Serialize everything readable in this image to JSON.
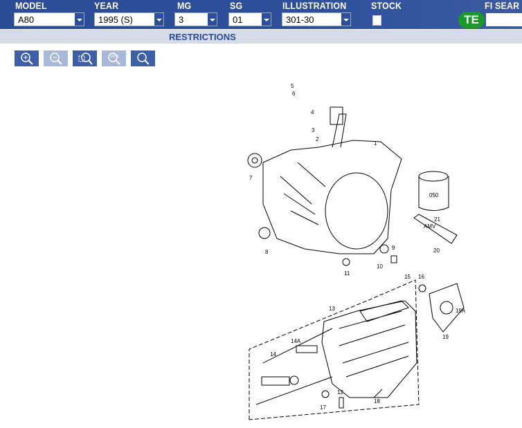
{
  "header": {
    "labels": {
      "model": "MODEL",
      "year": "YEAR",
      "mg": "MG",
      "sg": "SG",
      "illustration": "ILLUSTRATION",
      "stock": "STOCK",
      "fi_search": "FI SEAR"
    },
    "model": "A80",
    "year": "1995 (S)",
    "mg": "3",
    "sg": "01",
    "illustration": "301-30",
    "stock_checked": false,
    "logo": "TE",
    "fi_search_value": ""
  },
  "restrictions": "RESTRICTIONS",
  "toolbar": [
    {
      "name": "zoom-in",
      "enabled": true
    },
    {
      "name": "zoom-out",
      "enabled": false
    },
    {
      "name": "zoom-area",
      "enabled": true
    },
    {
      "name": "zoom-100",
      "enabled": false,
      "label": "100%"
    },
    {
      "name": "search",
      "enabled": true
    }
  ],
  "diagram": {
    "callouts": [
      "1",
      "2",
      "3",
      "4",
      "5",
      "6",
      "7",
      "8",
      "9",
      "10",
      "11",
      "12",
      "13",
      "14",
      "14A",
      "15",
      "16",
      "17",
      "18",
      "19",
      "19A",
      "20",
      "21"
    ],
    "can_label": "050",
    "tube_label": "AMV"
  },
  "colors": {
    "header": "#2c4f9b",
    "restrictions_bg": "#d5dbe9",
    "logo": "#1a9a2a"
  }
}
